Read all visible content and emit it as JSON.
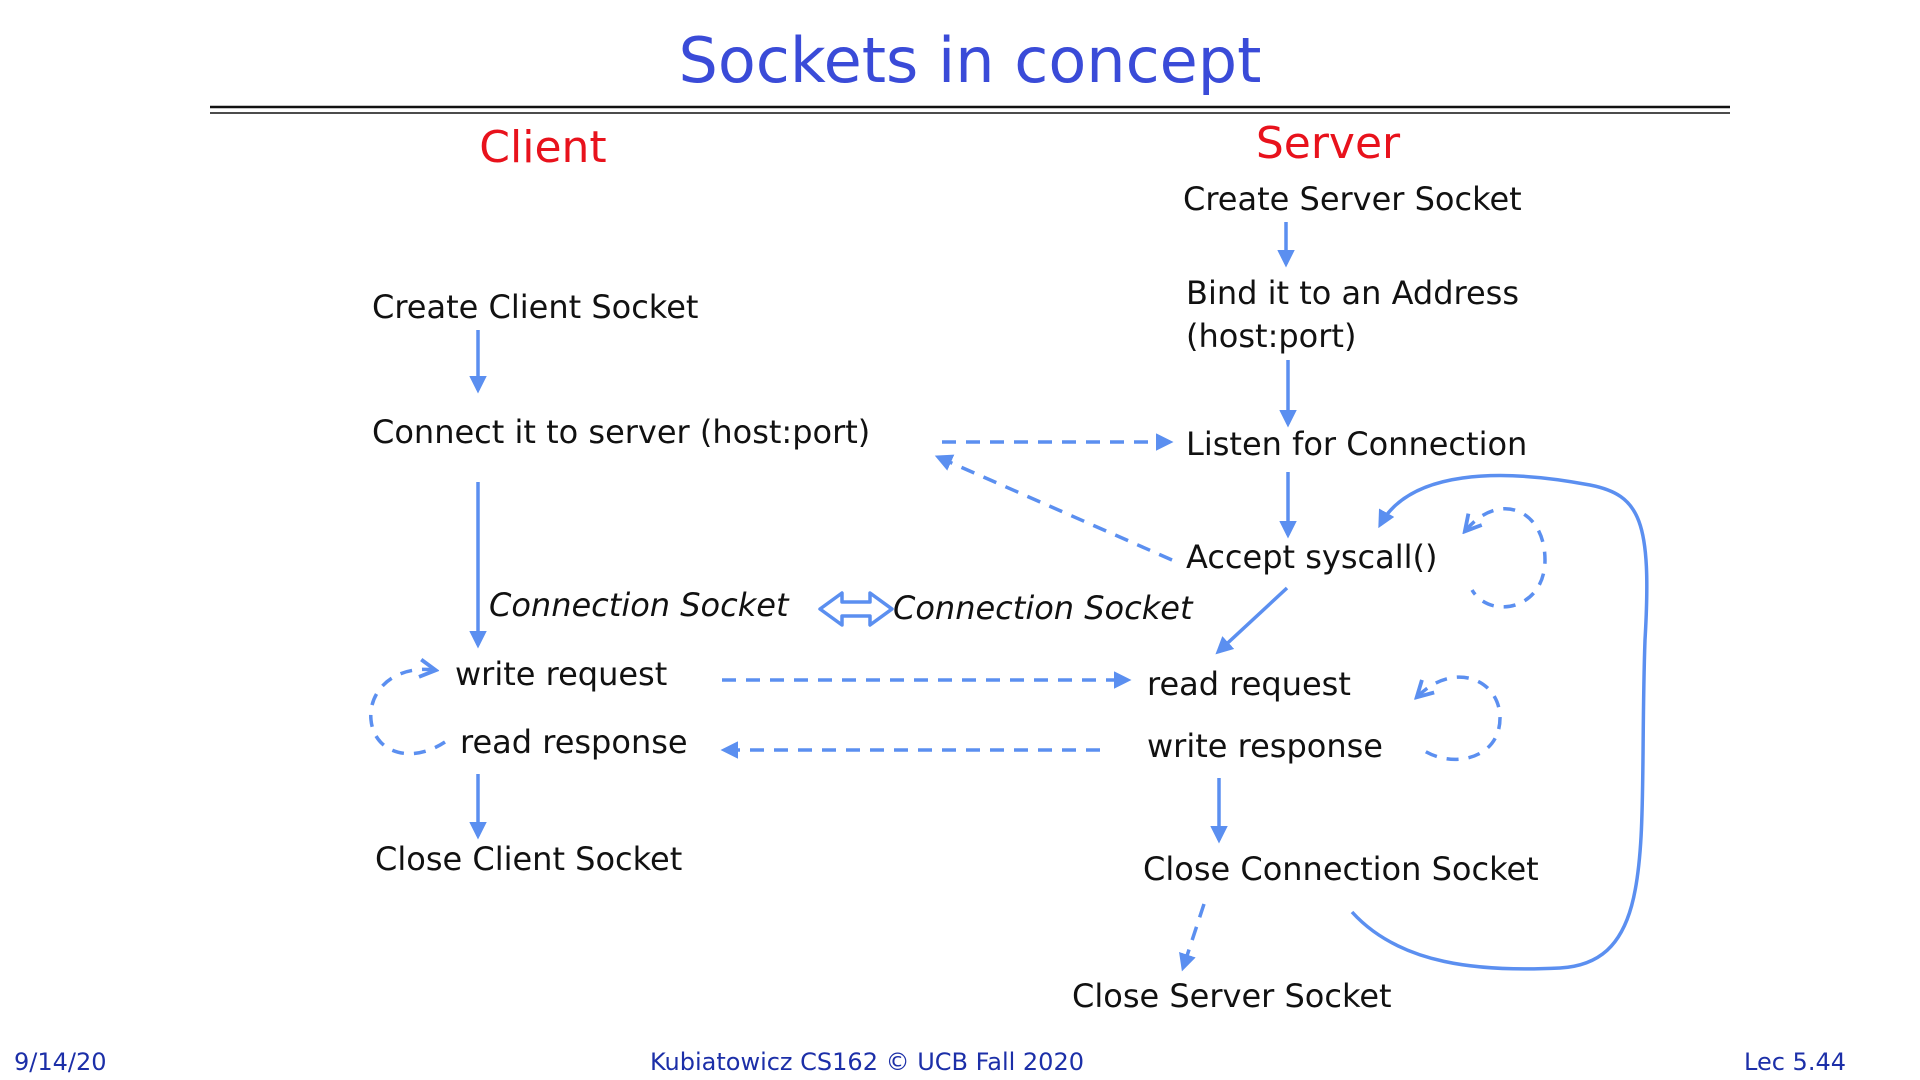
{
  "slide": {
    "title": "Sockets in concept"
  },
  "client": {
    "heading": "Client",
    "steps": {
      "create": "Create Client Socket",
      "connect": "Connect it to server (host:port)",
      "conn_socket": "Connection Socket",
      "write_request": "write request",
      "read_response": "read response",
      "close": "Close Client Socket"
    }
  },
  "server": {
    "heading": "Server",
    "steps": {
      "create": "Create Server Socket",
      "bind_line1": "Bind it to an Address",
      "bind_line2": "(host:port)",
      "listen": "Listen for Connection",
      "accept": "Accept syscall()",
      "conn_socket": "Connection Socket",
      "read_request": "read request",
      "write_response": "write response",
      "close_connection": "Close Connection Socket",
      "close_server": "Close Server Socket"
    }
  },
  "footer": {
    "date": "9/14/20",
    "course": "Kubiatowicz CS162 © UCB Fall 2020",
    "lecture": "Lec 5.44"
  },
  "colors": {
    "title": "#3a4bd8",
    "heading": "#e8121c",
    "arrow": "#5b8ff0",
    "footer": "#1c2fa8"
  }
}
